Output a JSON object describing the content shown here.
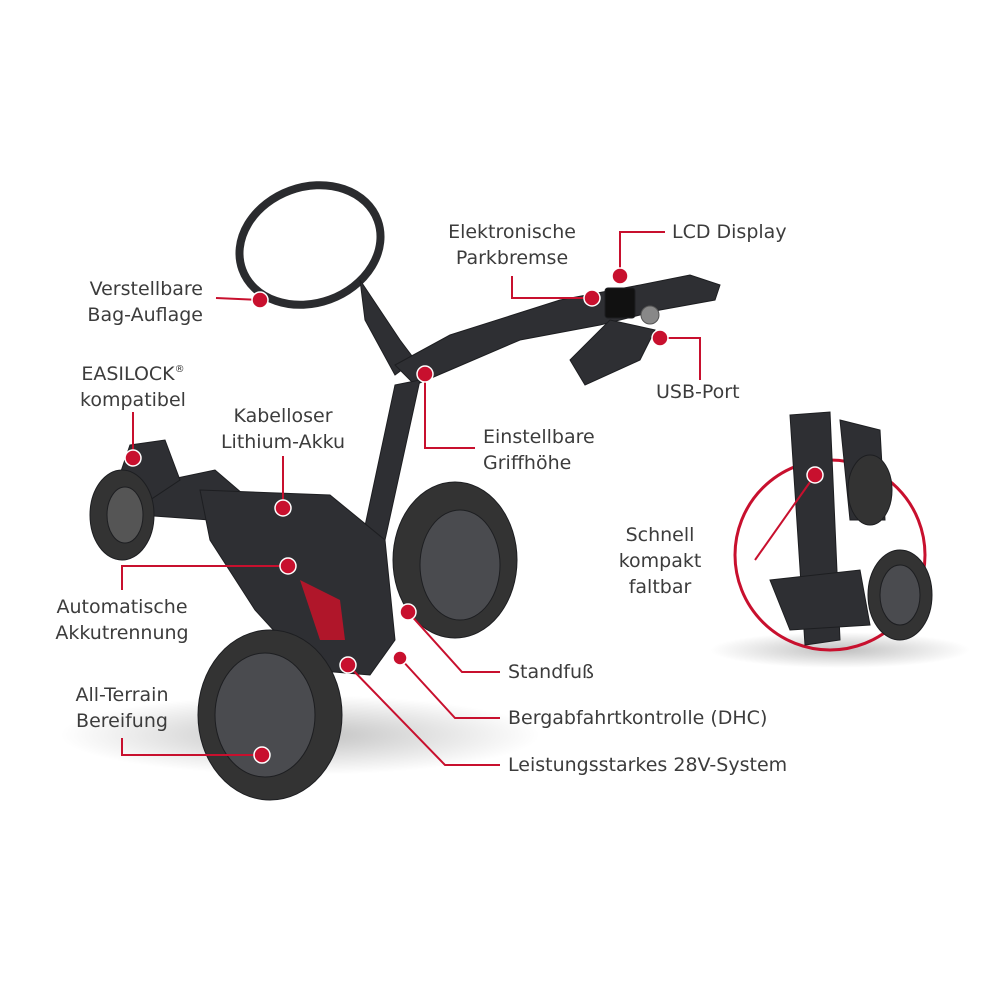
{
  "colors": {
    "accent": "#c8102e",
    "product": "#2e2f33",
    "text": "#3c3c3c"
  },
  "callouts": {
    "bag": {
      "line1": "Verstellbare",
      "line2": "Bag-Auflage"
    },
    "easilock": {
      "line1": "EASILOCK",
      "mark": "®",
      "line2": "kompatibel"
    },
    "akku": {
      "line1": "Kabelloser",
      "line2": "Lithium-Akku"
    },
    "parkbremse": {
      "line1": "Elektronische",
      "line2": "Parkbremse"
    },
    "lcd": {
      "line1": "LCD Display"
    },
    "usb": {
      "line1": "USB-Port"
    },
    "griff": {
      "line1": "Einstellbare",
      "line2": "Griffhöhe"
    },
    "trennung": {
      "line1": "Automatische",
      "line2": "Akkutrennung"
    },
    "reifen": {
      "line1": "All-Terrain",
      "line2": "Bereifung"
    },
    "standfuss": {
      "line1": "Standfuß"
    },
    "dhc": {
      "line1": "Bergabfahrtkontrolle (DHC)"
    },
    "system": {
      "line1": "Leistungsstarkes 28V-System"
    },
    "faltbar": {
      "line1": "Schnell",
      "line2": "kompakt",
      "line3": "faltbar"
    }
  }
}
